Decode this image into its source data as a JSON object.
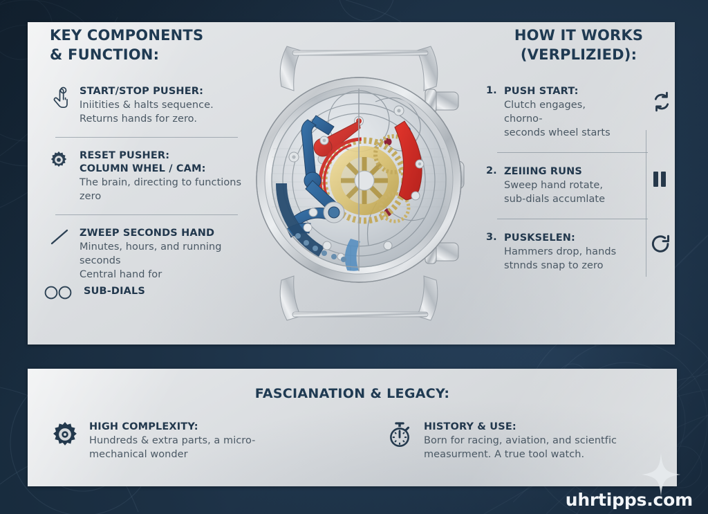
{
  "background": {
    "color": "#1d3348",
    "accent": "#2a4561"
  },
  "left_column": {
    "title": "KEY COMPONENTS\n& FUNCTION:",
    "items": [
      {
        "icon": "hand-pointer-icon",
        "title": "START/STOP PUSHER:",
        "body": "Iniitities & halts sequence.\nReturns hands for zero."
      },
      {
        "icon": "gear-icon",
        "title": "RESET PUSHER:",
        "subtitle": "COLUMN WHEL / CAM:",
        "body": "The brain, directing to functions\nzero"
      },
      {
        "icon": "diagonal-hand-icon",
        "title": "ZWEEP SECONDS HAND",
        "body": "Minutes, hours, and running seconds\nCentral hand for"
      },
      {
        "icon": "two-circles-icon",
        "title": "SUB-DIALS"
      }
    ]
  },
  "right_column": {
    "title": "HOW IT WORKS\n(VERPLIZIED):",
    "steps": [
      {
        "number": "1.",
        "title": "PUSH START:",
        "body": "Clutch engages, chorno-\nseconds wheel starts",
        "icon": "sync-arrows-icon"
      },
      {
        "number": "2.",
        "title": "ZEIIING RUNS",
        "body": "Sweep hand rotate,\nsub-dials accumlate",
        "icon": "pause-icon"
      },
      {
        "number": "3.",
        "title": "PUSKSELEN:",
        "body": "Hammers drop, hands\nstnnds snap to zero",
        "icon": "reset-arrow-icon"
      }
    ]
  },
  "bottom_panel": {
    "title": "FASCIANATION & LEGACY:",
    "items": [
      {
        "icon": "gear-icon",
        "title": "HIGH COMPLEXITY:",
        "body": "Hundreds & extra parts, a micro-\nmechanical wonder"
      },
      {
        "icon": "stopwatch-icon",
        "title": "HISTORY & USE:",
        "body": "Born for racing, aviation, and scientfic\nmeasurment. A true tool watch."
      }
    ]
  },
  "center_image": {
    "name": "chronograph-movement-illustration",
    "alt": "Cutaway illustration of a mechanical chronograph watch movement"
  },
  "watermark": {
    "text": "uhrtipps.com",
    "sparkle": "sparkle-icon"
  }
}
